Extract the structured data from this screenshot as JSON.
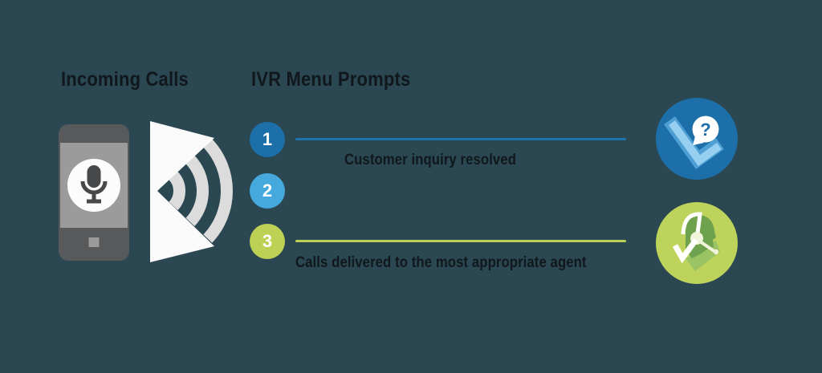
{
  "background_color": "#2B4752",
  "headings": {
    "incoming_calls": "Incoming Calls",
    "ivr_menu_prompts": "IVR Menu Prompts"
  },
  "steps": [
    {
      "number": "1",
      "circle_color": "#1C6FA8"
    },
    {
      "number": "2",
      "circle_color": "#45A9DE"
    },
    {
      "number": "3",
      "circle_color": "#BDD155"
    }
  ],
  "outcomes": [
    {
      "step": "1",
      "label": "Customer inquiry resolved",
      "line_color": "#1E74AC",
      "icon": "phone-question-icon"
    },
    {
      "step": "3",
      "label": "Calls delivered to the most appropriate agent",
      "line_color": "#BCD153",
      "icon": "agent-headset-check-icon"
    }
  ],
  "icons": {
    "smartphone_voice": "smartphone-voice-icon",
    "sound_waves": "sound-waves-icon",
    "question_mark_glyph": "?"
  },
  "colors": {
    "text_dark": "#10181d",
    "step_number_text": "#ffffff",
    "phone_body": "#58595B",
    "phone_screen": "#9B9B9B",
    "phone_mic": "#47484A",
    "wave_white": "#FAFAFA",
    "wave_arc_gray": "#DCDCDC",
    "resolved_badge_circle": "#1C6FA8",
    "handset_light_blue": "#96CFF0",
    "handset_dark_blue": "#4D9FD4",
    "bubble_white": "#FFFFFF",
    "agent_badge_circle": "#BED35B",
    "agent_head_green": "#6FA24F",
    "agent_shoulder_green": "#9AC364",
    "headset_pale": "#EFF4DA",
    "check_white": "#FFFFFF"
  }
}
